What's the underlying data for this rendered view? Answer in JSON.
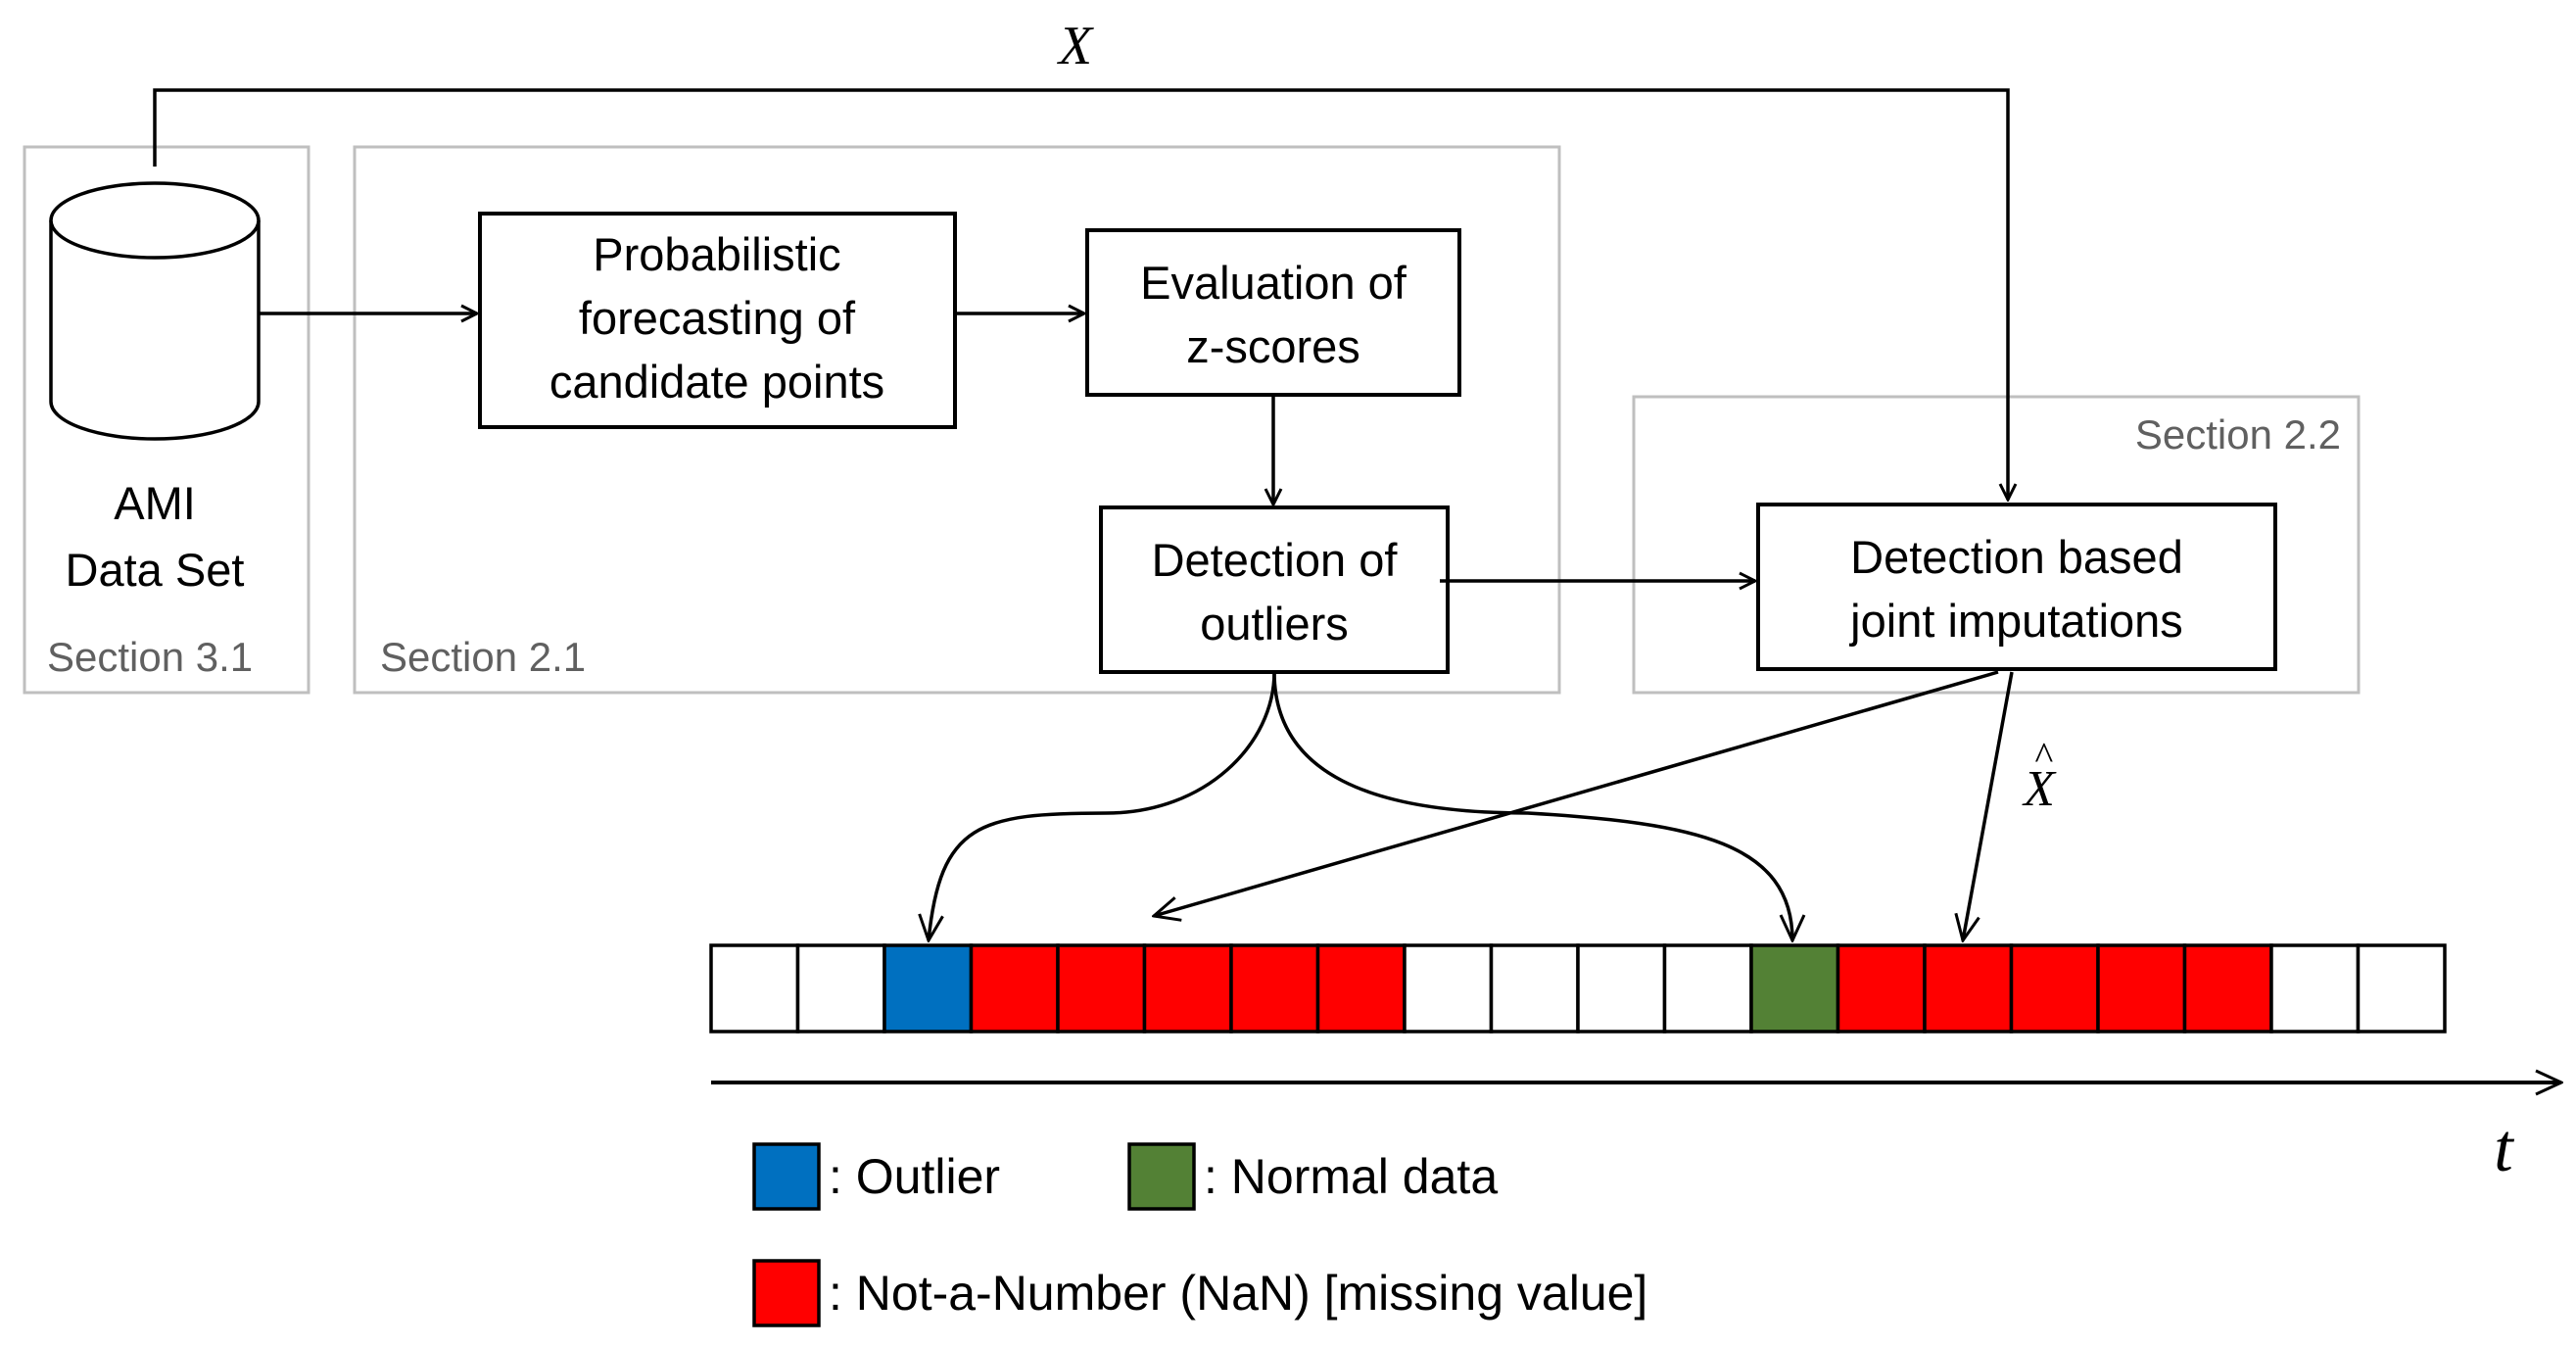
{
  "labels": {
    "x_top": "X",
    "x_hat": "X",
    "time": "t"
  },
  "sections": {
    "s31": "Section 3.1",
    "s21": "Section 2.1",
    "s22": "Section 2.2"
  },
  "database": {
    "line1": "AMI",
    "line2": "Data Set"
  },
  "boxes": {
    "forecast": [
      "Probabilistic",
      "forecasting of",
      "candidate points"
    ],
    "zscore": [
      "Evaluation of",
      "z-scores"
    ],
    "detect": [
      "Detection of",
      "outliers"
    ],
    "impute": [
      "Detection based",
      "joint imputations"
    ]
  },
  "sequence": {
    "cells": [
      "empty",
      "empty",
      "outlier",
      "nan",
      "nan",
      "nan",
      "nan",
      "nan",
      "empty",
      "empty",
      "empty",
      "empty",
      "normal",
      "nan",
      "nan",
      "nan",
      "nan",
      "nan",
      "empty",
      "empty"
    ]
  },
  "legend": {
    "outlier": ": Outlier",
    "normal": ": Normal data",
    "nan": ": Not-a-Number (NaN) [missing value]"
  },
  "colors": {
    "empty": "#ffffff",
    "outlier": "#0070c0",
    "nan": "#ff0000",
    "normal": "#538135",
    "section_border": "#bfbfbf",
    "section_text": "#606060"
  }
}
